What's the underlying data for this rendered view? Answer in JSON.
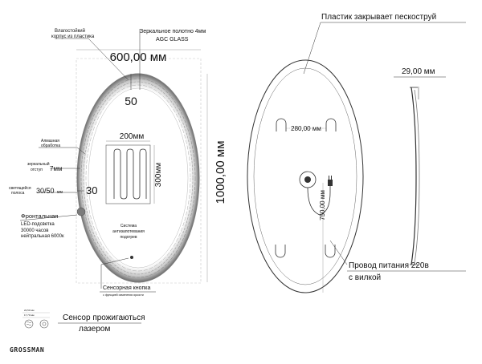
{
  "front": {
    "width_dim": "600,00 мм",
    "height_dim": "1000,00 мм",
    "top_margin": "50",
    "side_margin": "30",
    "heater_width": "200мм",
    "heater_height": "300мм",
    "callouts": {
      "moisture_line1": "Влагостойкий",
      "moisture_line2": "корпус из пластика",
      "mirror_line1": "Зеркальное полотно 4мм",
      "mirror_line2": "AGC GLASS",
      "diamond_line1": "Алмазная",
      "diamond_line2": "обработка",
      "offset_line1": "зеркальный",
      "offset_line2": "отступ",
      "offset_value": "7мм",
      "glow_line1": "светящейся",
      "glow_line2": "полоса",
      "glow_value": "30/50",
      "glow_unit": "мм",
      "led_line1": "Фронтальная",
      "led_line2": "LED-подсветка",
      "led_line3": "30000 часов",
      "led_line4": "нейтральная 6000к",
      "antifog_line1": "Система",
      "antifog_line2": "антизапотевания",
      "antifog_line3": "подогрев",
      "sensor_line1": "Сенсорная кнопка",
      "sensor_line2": "с функцией изменения яркости"
    }
  },
  "back": {
    "title": "Пластик закрывает пескоструй",
    "bracket_spacing": "280,00 мм",
    "cable_height": "750,00 мм",
    "cable_line1": "Провод питания 220в",
    "cable_line2": "с вилкой"
  },
  "side": {
    "depth": "29,00 мм"
  },
  "legend": {
    "sensor_line1": "Сенсор прожигаються",
    "sensor_line2": "лазером",
    "mini_dim1": "22,50 мм",
    "mini_dim2": "17,70 мм"
  },
  "brand": "GROSSMAN"
}
